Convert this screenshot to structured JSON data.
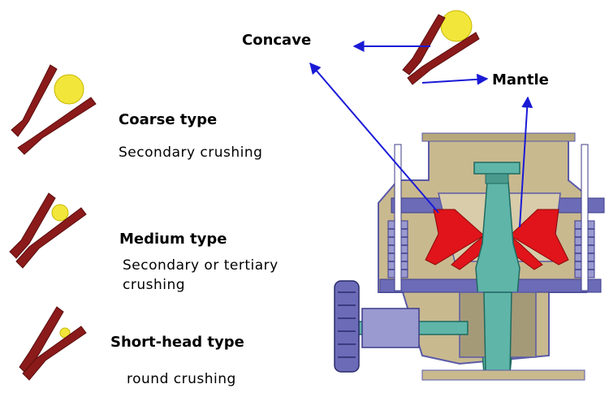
{
  "labels": {
    "concave": "Concave",
    "mantle": "Mantle"
  },
  "types": [
    {
      "name": "Coarse type",
      "use": "Secondary crushing"
    },
    {
      "name": "Medium type",
      "use": "Secondary or tertiary crushing",
      "use_line1": "Secondary or tertiary",
      "use_line2": "crushing"
    },
    {
      "name": "Short-head type",
      "use": "round crushing"
    }
  ],
  "colors": {
    "liner": "#8b1a1a",
    "ore": "#f2e63a",
    "arrow": "#1a1ad6",
    "machine_frame": "#5a5aa8",
    "machine_body": "#c9b98f",
    "shaft": "#2f8a7f",
    "wear_parts": "#e0141a"
  }
}
